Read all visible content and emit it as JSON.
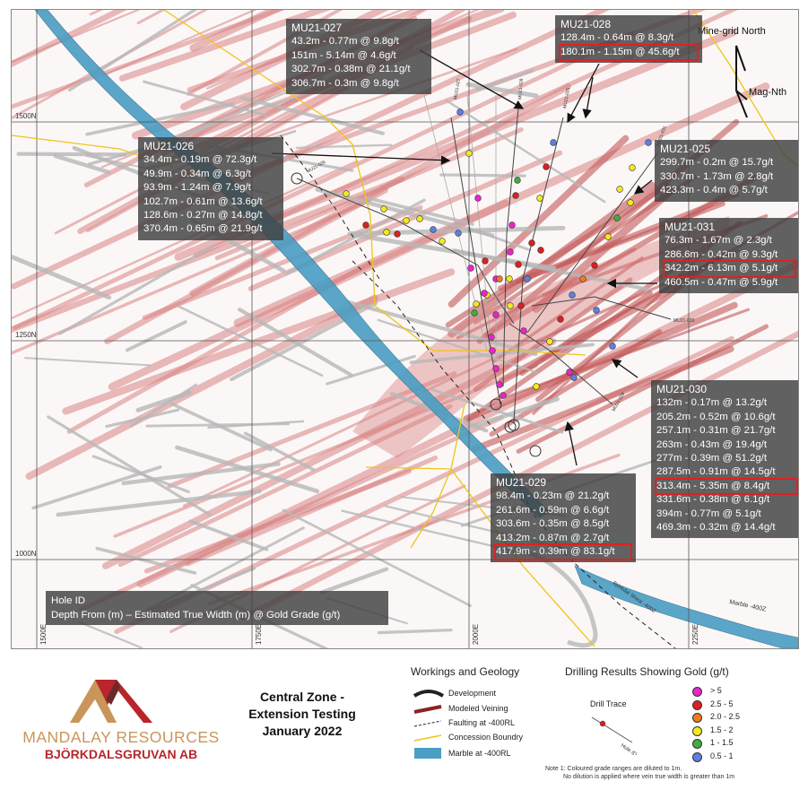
{
  "map": {
    "grid_labels_y": [
      "1500N",
      "1250N",
      "1000N"
    ],
    "grid_labels_x": [
      "1500E",
      "1750E",
      "2000E",
      "2250E"
    ],
    "north": {
      "mine_grid": "Mine-grid North",
      "mag": "Mag-Nth"
    },
    "trace_labels": [
      "MU21-026",
      "MU21-027",
      "MU21-028",
      "MU21-025",
      "MU21-031",
      "MU21-030",
      "MU21-029"
    ],
    "map_text": [
      "Marble -400Z",
      "Björkdal Shear -400Z"
    ],
    "hole_id_box": {
      "line1": "Hole ID",
      "line2": "Depth From (m) – Estimated True Width (m) @ Gold Grade (g/t)"
    },
    "callouts": [
      {
        "id": "MU21-027",
        "rows": [
          "43.2m - 0.77m @ 9.8g/t",
          "151m - 5.14m @ 4.6g/t",
          "302.7m - 0.38m @ 21.1g/t",
          "306.7m - 0.3m @ 9.8g/t"
        ],
        "highlight": []
      },
      {
        "id": "MU21-028",
        "rows": [
          "128.4m - 0.64m @ 8.3g/t",
          "180.1m - 1.15m @ 45.6g/t"
        ],
        "highlight": [
          1
        ]
      },
      {
        "id": "MU21-026",
        "rows": [
          "34.4m - 0.19m @ 72.3g/t",
          "49.9m - 0.34m @ 6.3g/t",
          "93.9m - 1.24m @ 7.9g/t",
          "102.7m - 0.61m @ 13.6g/t",
          "128.6m - 0.27m @ 14.8g/t",
          "370.4m - 0.65m @ 21.9g/t"
        ],
        "highlight": []
      },
      {
        "id": "MU21-025",
        "rows": [
          "299.7m - 0.2m @ 15.7g/t",
          "330.7m - 1.73m @ 2.8g/t",
          "423.3m - 0.4m @ 5.7g/t"
        ],
        "highlight": []
      },
      {
        "id": "MU21-031",
        "rows": [
          "76.3m - 1.67m @ 2.3g/t",
          "286.6m - 0.42m @ 9.3g/t",
          "342.2m - 6.13m @ 5.1g/t",
          "460.5m - 0.47m @ 5.9g/t"
        ],
        "highlight": [
          2
        ]
      },
      {
        "id": "MU21-030",
        "rows": [
          "132m - 0.17m @ 13.2g/t",
          "205.2m - 0.52m @ 10.6g/t",
          "257.1m - 0.31m @ 21.7g/t",
          "263m - 0.43m @ 19.4g/t",
          "277m - 0.39m @ 51.2g/t",
          "287.5m - 0.91m @ 14.5g/t",
          "313.4m - 5.35m @ 8.4g/t",
          "331.6m - 0.38m @ 6.1g/t",
          "394m - 0.77m @ 5.1g/t",
          "469.3m - 0.32m @ 14.4g/t"
        ],
        "highlight": [
          6
        ]
      },
      {
        "id": "MU21-029",
        "rows": [
          "98.4m - 0.23m @ 21.2g/t",
          "261.6m - 0.59m @ 6.6g/t",
          "303.6m - 0.35m @ 8.5g/t",
          "413.2m - 0.87m @ 2.7g/t",
          "417.9m - 0.39m @ 83.1g/t"
        ],
        "highlight": [
          4
        ]
      }
    ]
  },
  "brand": {
    "name": "MANDALAY RESOURCES",
    "subname": "BJÖRKDALSGRUVAN AB",
    "colors": {
      "gold": "#c9965a",
      "red": "#b8262b",
      "dark": "#6b2a2a"
    }
  },
  "title": {
    "line1": "Central Zone -",
    "line2": "Extension Testing",
    "line3": "January 2022"
  },
  "legend_geology": {
    "heading": "Workings and Geology",
    "items": [
      {
        "label": "Development",
        "icon": "development-arc-icon"
      },
      {
        "label": "Modeled Veining",
        "icon": "vein-stroke-icon"
      },
      {
        "label": "Faulting at -400RL",
        "icon": "dashed-line-icon"
      },
      {
        "label": "Concession Boundry",
        "icon": "yellow-line-icon"
      },
      {
        "label": "Marble at -400RL",
        "icon": "blue-swatch-icon"
      }
    ]
  },
  "legend_drilling": {
    "heading": "Drilling Results Showing Gold (g/t)",
    "trace_label": "Drill Trace",
    "trace_hole_label": "Hole ID",
    "grades": [
      {
        "label": "> 5",
        "color": "#ee22cc"
      },
      {
        "label": "2.5 - 5",
        "color": "#dd1f1f"
      },
      {
        "label": "2.0 - 2.5",
        "color": "#f07a22"
      },
      {
        "label": "1.5 - 2",
        "color": "#f2ea1e"
      },
      {
        "label": "1 - 1.5",
        "color": "#3fae3a"
      },
      {
        "label": "0.5 - 1",
        "color": "#5f7ee0"
      }
    ],
    "note1": "Note 1:  Coloured grade ranges are diluted to 1m.",
    "note2": "No dilution is applied where vein true width is greater than 1m"
  },
  "colors": {
    "vein": "#d98484",
    "vein_dark": "#c45a5a",
    "workings": "#b8b8b8",
    "marble": "#4a9ec4",
    "concession": "#f0c419",
    "trace": "#444444"
  }
}
